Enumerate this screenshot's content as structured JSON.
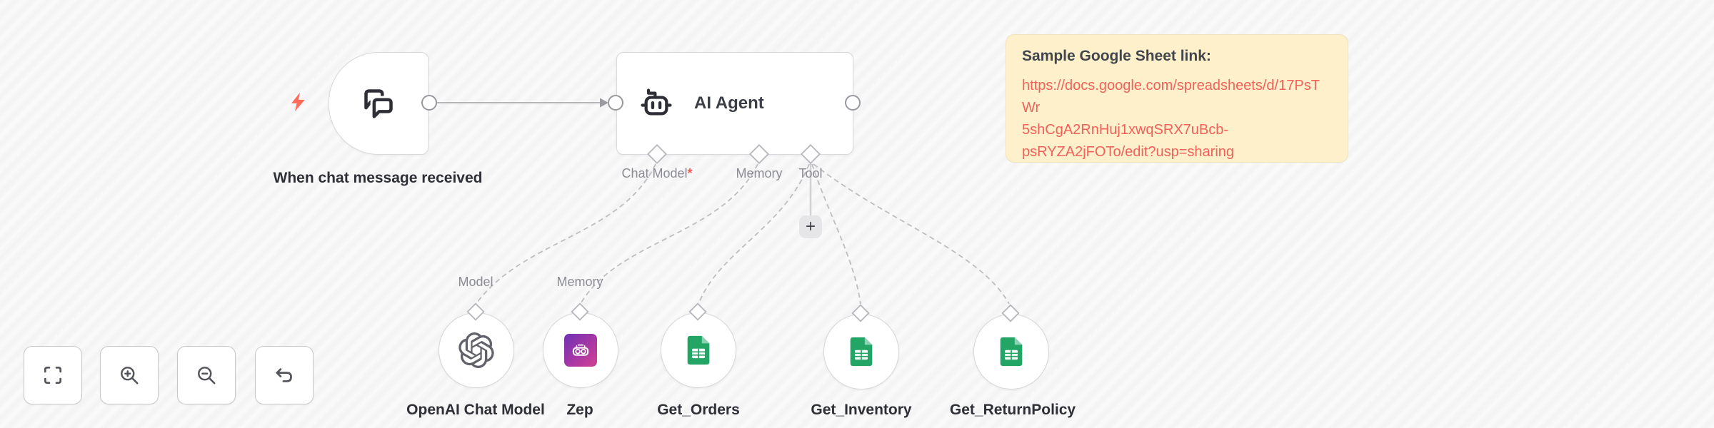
{
  "workflow": {
    "trigger_node": {
      "name": "When chat message received"
    },
    "agent_node": {
      "name": "AI Agent",
      "ports": {
        "chat_model": "Chat Model",
        "required_marker": "*",
        "memory": "Memory",
        "tool": "Tool"
      }
    },
    "sub_nodes": [
      {
        "name": "OpenAI Chat Model",
        "port": "Model",
        "icon": "openai-logo"
      },
      {
        "name": "Zep",
        "port": "Memory",
        "icon": "zep-logo"
      },
      {
        "name": "Get_Orders",
        "port": "",
        "icon": "google-sheets"
      },
      {
        "name": "Get_Inventory",
        "port": "",
        "icon": "google-sheets"
      },
      {
        "name": "Get_ReturnPolicy",
        "port": "",
        "icon": "google-sheets"
      }
    ],
    "add_tool_button": "+"
  },
  "sticky_note": {
    "title": "Sample Google Sheet link:",
    "link_url": "https://docs.google.com/spreadsheets/d/17PsTWr5shCgA2RnHuj1xwqSRX7uBcb-psRYZA2jFOTo/edit?usp=sharing",
    "link_lines": [
      "https://docs.google.com/spreadsheets/d/17PsTWr",
      "5shCgA2RnHuj1xwqSRX7uBcb-",
      "psRYZA2jFOTo/edit?usp=sharing"
    ]
  },
  "toolbar": {
    "buttons": [
      "zoom-to-fit",
      "zoom-in",
      "zoom-out",
      "undo"
    ]
  },
  "colors": {
    "bolt_red": "#ff6b59",
    "link_red": "#f2615a",
    "required_red": "#f45959",
    "sticky_bg": "#fdf0cb",
    "sheets_green": "#23a566",
    "sheets_fold": "#8ed1b2",
    "zep_gradient_start": "#6d32b4",
    "zep_gradient_end": "#d24190",
    "openai_gray": "#62626b",
    "node_border": "#d9d9de",
    "canvas_stripe_dark": "#f3f3f4",
    "canvas_stripe_light": "#fafafa"
  }
}
